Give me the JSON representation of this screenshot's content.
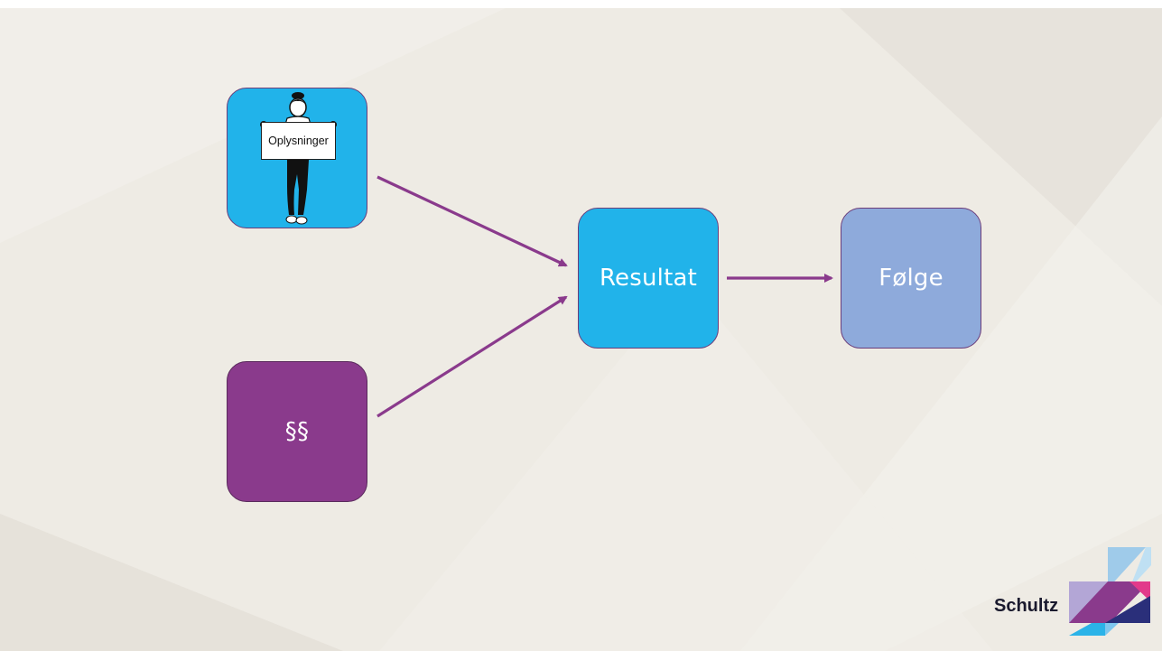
{
  "nodes": {
    "oplysninger": {
      "label": "Oplysninger"
    },
    "paragraphs": {
      "label": "§§"
    },
    "resultat": {
      "label": "Resultat"
    },
    "folge": {
      "label": "Følge"
    }
  },
  "edges": [
    {
      "from": "oplysninger",
      "to": "resultat"
    },
    {
      "from": "paragraphs",
      "to": "resultat"
    },
    {
      "from": "resultat",
      "to": "folge"
    }
  ],
  "logo": {
    "text": "Schultz"
  },
  "colors": {
    "background": "#eeebe4",
    "blue": "#21b3ea",
    "purple": "#8a3a8c",
    "light_blue": "#8eaadb",
    "arrow": "#8a3a8c"
  }
}
